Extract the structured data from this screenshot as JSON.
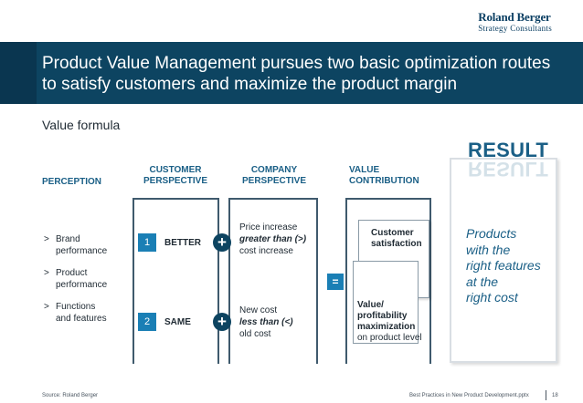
{
  "logo": {
    "main": "Roland Berger",
    "sub": "Strategy Consultants"
  },
  "title": {
    "line1": "Product Value Management pursues two basic optimization routes",
    "line2": "to satisfy customers and maximize the product margin"
  },
  "subtitle": "Value formula",
  "result_heading": "RESULT",
  "columns": {
    "perception": "PERCEPTION",
    "customer": [
      "CUSTOMER",
      "PERSPECTIVE"
    ],
    "company": [
      "COMPANY",
      "PERSPECTIVE"
    ],
    "value": [
      "VALUE",
      "CONTRIBUTION"
    ]
  },
  "perception_items": [
    {
      "bullet": ">",
      "lines": [
        "Brand",
        "performance"
      ]
    },
    {
      "bullet": ">",
      "lines": [
        "Product",
        "performance"
      ]
    },
    {
      "bullet": ">",
      "lines": [
        "Functions",
        "and features"
      ]
    }
  ],
  "customer_rows": [
    {
      "number": "1",
      "label": "BETTER"
    },
    {
      "number": "2",
      "label": "SAME"
    }
  ],
  "plus_symbol": "+",
  "company_rows": [
    {
      "line1": "Price increase",
      "emph": "greater than (>)",
      "line3": "cost increase"
    },
    {
      "line1": "New cost",
      "emph": "less than (<)",
      "line3": "old cost"
    }
  ],
  "equals_symbol": "=",
  "value_boxes": {
    "box1": [
      "Customer",
      "satisfaction"
    ],
    "box2_bold": [
      "Value/",
      "profitability",
      "maximization"
    ],
    "box2_plain": "on product level"
  },
  "result_lines": [
    "Products",
    "with the",
    "right features",
    "at the",
    "right cost"
  ],
  "footer": {
    "source": "Source: Roland Berger",
    "file": "Best Practices in New Product Development.pptx",
    "page": "18"
  },
  "colors": {
    "title_bar": "#0d4461",
    "accent_blue": "#1a7fb5",
    "heading_blue": "#1a5f86"
  }
}
